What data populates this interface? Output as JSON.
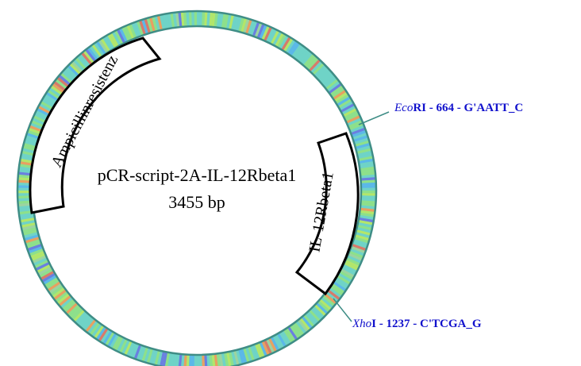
{
  "plasmid": {
    "name": "pCR-script-2A-IL-12Rbeta1",
    "size_label": "3455 bp"
  },
  "features": [
    {
      "label": "Ampicillinresistenz"
    },
    {
      "label": "IL-12Rbeta1"
    }
  ],
  "sites": [
    {
      "enzyme_italic": "Eco",
      "enzyme_rest": "RI",
      "details": " - 664 - G'AATT_C"
    },
    {
      "enzyme_italic": "Xho",
      "enzyme_rest": "I",
      "details": " - 1237 - C'TCGA_G"
    }
  ],
  "colors": {
    "ring_outline": "#3f8d86",
    "ring_base": "#6fd3c7",
    "label_text": "#1010cc",
    "site_line": "#3f8d86",
    "segment_palette": [
      "#6fd3c7",
      "#8ee08a",
      "#b3e66a",
      "#5bb8e8",
      "#6a7fe0",
      "#e8a060",
      "#d87a6a",
      "#9cd4a0"
    ]
  }
}
